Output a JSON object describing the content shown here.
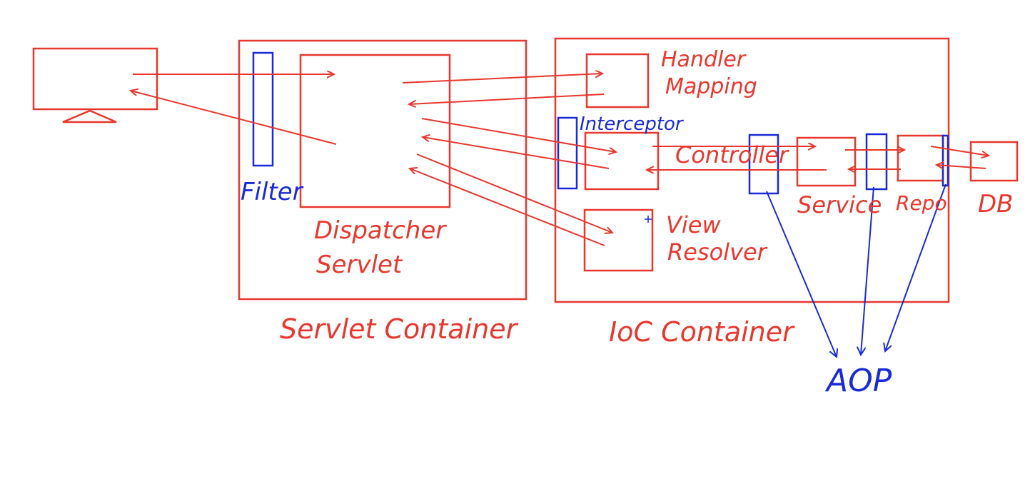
{
  "colors": {
    "red": "#e8372e",
    "blue": "#1a2bd6",
    "background": "#ffffff"
  },
  "labels": {
    "filter": "Filter",
    "dispatcher_line1": "Dispatcher",
    "dispatcher_line2": "Servlet",
    "servlet_container": "Servlet Container",
    "handler_line1": "Handler",
    "handler_line2": "Mapping",
    "interceptor": "Interceptor",
    "controller": "Controller",
    "service": "Service",
    "repo": "Repo",
    "db": "DB",
    "view_line1": "View",
    "view_line2": "Resolver",
    "ioc_container": "IoC Container",
    "aop": "AOP"
  },
  "icons": {
    "client": "monitor-icon"
  }
}
